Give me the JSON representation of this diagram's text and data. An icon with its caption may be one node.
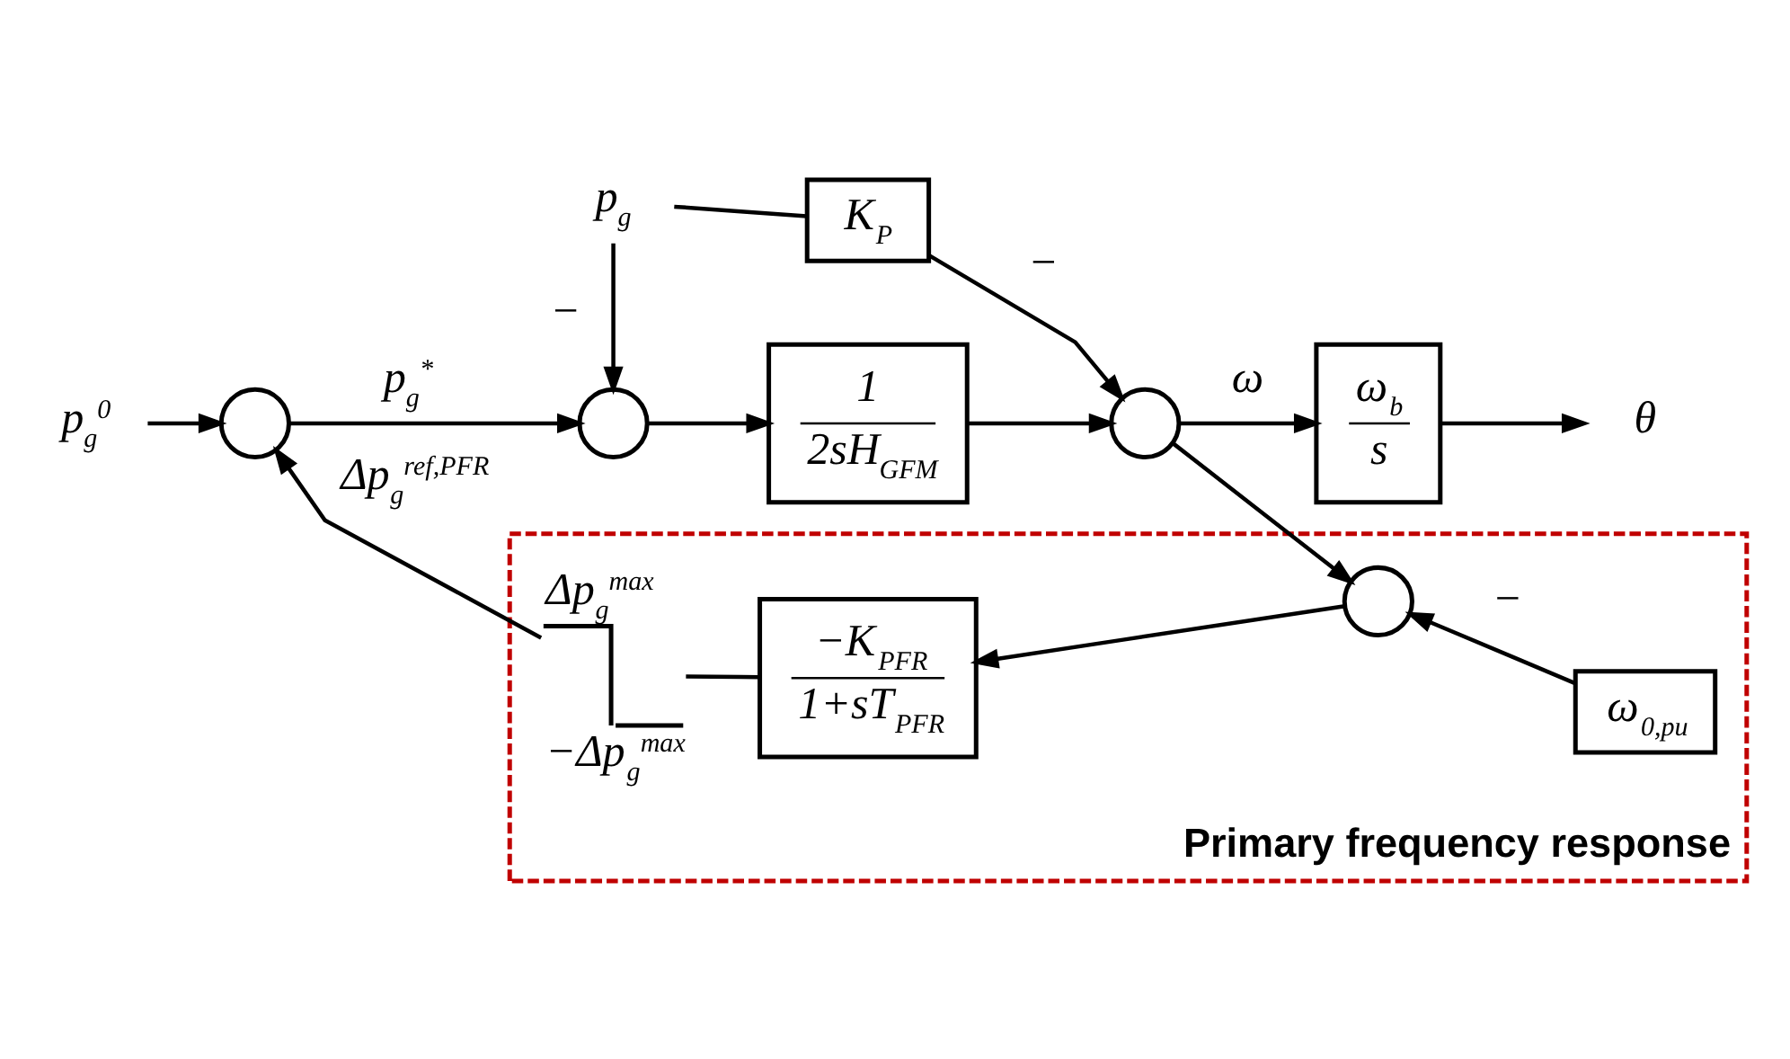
{
  "diagram": {
    "nodes": [
      {
        "text": [
          "p$_{g}$"
        ]
      },
      {
        "text": [
          "K$_{P}$"
        ]
      },
      {
        "text": [
          "p$_{g}$$^{0}$"
        ]
      },
      {
        "text": [],
        "shape": "circle"
      },
      {
        "text": [],
        "shape": "circle"
      },
      {
        "text": [
          "1",
          "2sH$_{GFM}$"
        ]
      },
      {
        "text": [],
        "shape": "circle"
      },
      {
        "text": [
          "ω$_{b}$",
          "s"
        ]
      },
      {
        "text": [
          "θ"
        ]
      },
      {
        "text": [
          "Primary frequency response"
        ]
      },
      {
        "text": [
          "Δp$_{g}$$^{max}$",
          "−Δp$_{g}$$^{max}$"
        ],
        "in": 9
      },
      {
        "text": [
          "−K$_{PFR}$",
          "1+sT$_{PFR}$"
        ],
        "in": 9
      },
      {
        "text": [],
        "shape": "circle",
        "in": 9
      },
      {
        "text": [
          "ω$_{0,pu}$"
        ],
        "in": 9
      }
    ],
    "edges": [
      {
        "from": 2,
        "to": 3,
        "arrow": "to"
      },
      {
        "from": 3,
        "to": 4,
        "arrow": "to",
        "label": "p$_{g}$$^{*}$"
      },
      {
        "from": 0,
        "to": 4,
        "arrow": "to",
        "label": "−"
      },
      {
        "from": 0,
        "to": 1,
        "arrow": "none"
      },
      {
        "from": 4,
        "to": 5,
        "arrow": "to"
      },
      {
        "from": 1,
        "to": 6,
        "arrow": "to",
        "label": "−"
      },
      {
        "from": 5,
        "to": 6,
        "arrow": "to"
      },
      {
        "from": 6,
        "to": 7,
        "arrow": "to",
        "label": "ω"
      },
      {
        "from": 6,
        "to": 12,
        "arrow": "to"
      },
      {
        "from": 7,
        "to": 8,
        "arrow": "to"
      },
      {
        "from": 13,
        "to": 12,
        "arrow": "to",
        "label": "−"
      },
      {
        "from": 12,
        "to": 11,
        "arrow": "to"
      },
      {
        "from": 11,
        "to": 10,
        "arrow": "none"
      },
      {
        "from": 10,
        "to": 3,
        "arrow": "to",
        "label": "Δp$_{g}$$^{ref,PFR}$"
      }
    ]
  }
}
